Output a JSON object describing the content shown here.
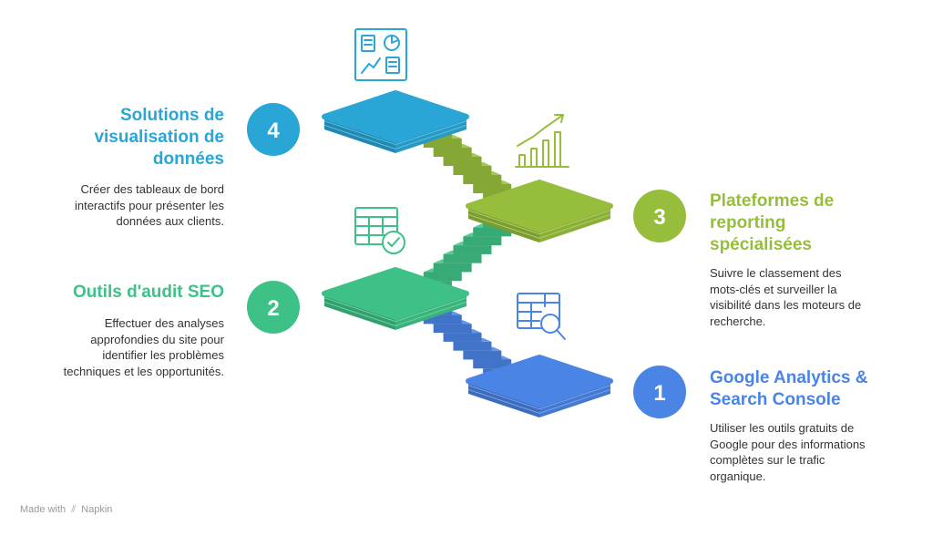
{
  "steps": [
    {
      "number": "1",
      "title": "Google Analytics & Search Console",
      "description": "Utiliser les outils gratuits de Google pour des informations complètes sur le trafic organique.",
      "color": "#4a84e4",
      "icon": "table-search-icon"
    },
    {
      "number": "2",
      "title": "Outils d'audit SEO",
      "description": "Effectuer des analyses approfondies du site pour identifier les problèmes techniques et les opportunités.",
      "color": "#3ec186",
      "icon": "table-check-icon"
    },
    {
      "number": "3",
      "title": "Plateformes de reporting spécialisées",
      "description": "Suivre le classement des mots-clés et surveiller la visibilité dans les moteurs de recherche.",
      "color": "#96be3c",
      "icon": "growth-chart-icon"
    },
    {
      "number": "4",
      "title": "Solutions de visualisation de données",
      "description": "Créer des tableaux de bord interactifs pour présenter les données aux clients.",
      "color": "#29a6d6",
      "icon": "dashboard-icon"
    }
  ],
  "footer": {
    "prefix": "Made with",
    "brand": "Napkin"
  }
}
